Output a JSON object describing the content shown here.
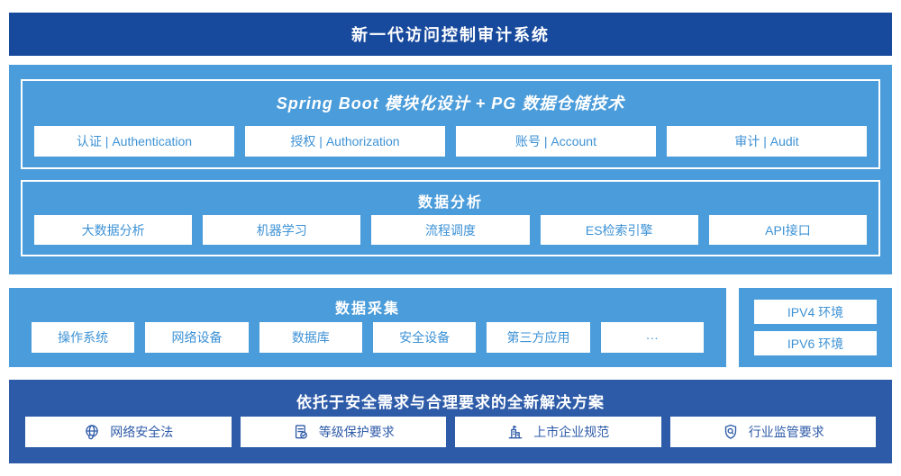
{
  "header": {
    "title": "新一代访问控制审计系统"
  },
  "platform": {
    "modules": {
      "title": "Spring Boot 模块化设计 + PG 数据仓储技术",
      "items": [
        {
          "label": "认证 | Authentication"
        },
        {
          "label": "授权 | Authorization"
        },
        {
          "label": "账号 | Account"
        },
        {
          "label": "审计 | Audit"
        }
      ]
    },
    "analysis": {
      "title": "数据分析",
      "items": [
        {
          "label": "大数据分析"
        },
        {
          "label": "机器学习"
        },
        {
          "label": "流程调度"
        },
        {
          "label": "ES检索引擎"
        },
        {
          "label": "API接口"
        }
      ]
    }
  },
  "collection": {
    "title": "数据采集",
    "items": [
      {
        "label": "操作系统"
      },
      {
        "label": "网络设备"
      },
      {
        "label": "数据库"
      },
      {
        "label": "安全设备"
      },
      {
        "label": "第三方应用"
      },
      {
        "label": "···"
      }
    ]
  },
  "environments": {
    "items": [
      {
        "label": "IPV4 环境"
      },
      {
        "label": "IPV6 环境"
      }
    ]
  },
  "solution": {
    "title": "依托于安全需求与合理要求的全新解决方案",
    "items": [
      {
        "label": "网络安全法",
        "icon": "globe-icon"
      },
      {
        "label": "等级保护要求",
        "icon": "document-check-icon"
      },
      {
        "label": "上市企业规范",
        "icon": "building-icon"
      },
      {
        "label": "行业监管要求",
        "icon": "shield-search-icon"
      }
    ]
  },
  "colors": {
    "header_bg": "#17499D",
    "platform_bg": "#4B9CDA",
    "solution_bg": "#2E5BA8",
    "box_text": "#3D92D5",
    "solution_text": "#2E5BA8"
  }
}
